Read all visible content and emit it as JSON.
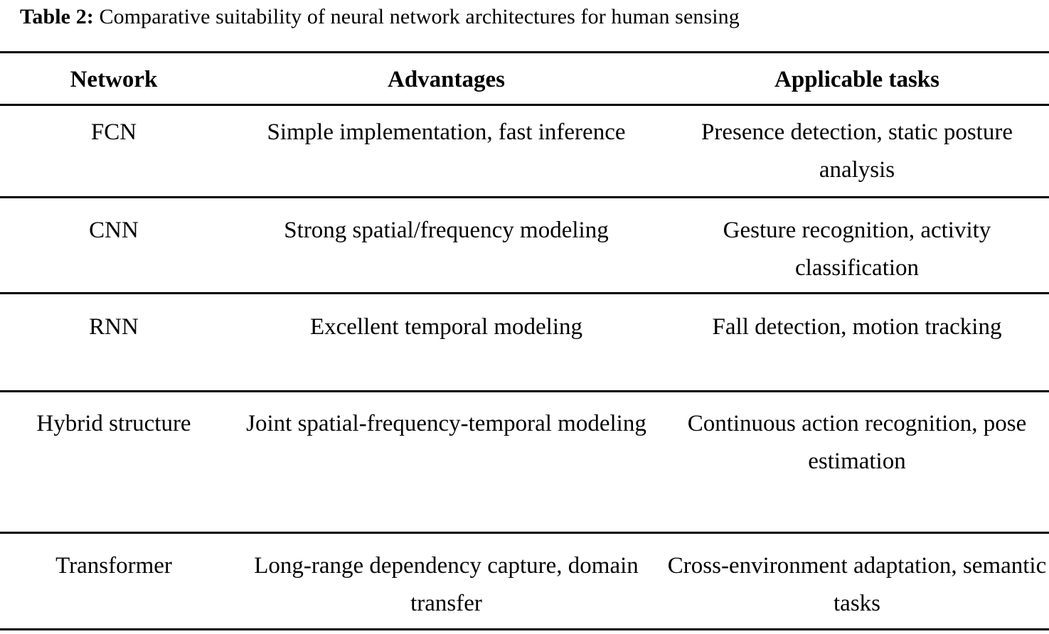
{
  "caption": {
    "label": "Table 2:",
    "text": "Comparative suitability of neural network architectures for human sensing"
  },
  "table": {
    "headers": {
      "network": "Network",
      "advantages": "Advantages",
      "tasks": "Applicable tasks"
    },
    "rows": [
      {
        "network": "FCN",
        "advantages": "Simple implementation, fast inference",
        "tasks": "Presence detection, static posture analysis"
      },
      {
        "network": "CNN",
        "advantages": "Strong spatial/frequency modeling",
        "tasks": "Gesture recognition, activity classification"
      },
      {
        "network": "RNN",
        "advantages": "Excellent temporal modeling",
        "tasks": "Fall detection, motion tracking"
      },
      {
        "network": "Hybrid structure",
        "advantages": "Joint spatial-frequency-temporal modeling",
        "tasks": "Continuous action recognition, pose estimation"
      },
      {
        "network": "Transformer",
        "advantages": "Long-range dependency capture, domain transfer",
        "tasks": "Cross-environment adaptation, semantic tasks"
      }
    ]
  },
  "style": {
    "rule_color": "#000000",
    "text_color": "#000000",
    "background": "#ffffff"
  }
}
